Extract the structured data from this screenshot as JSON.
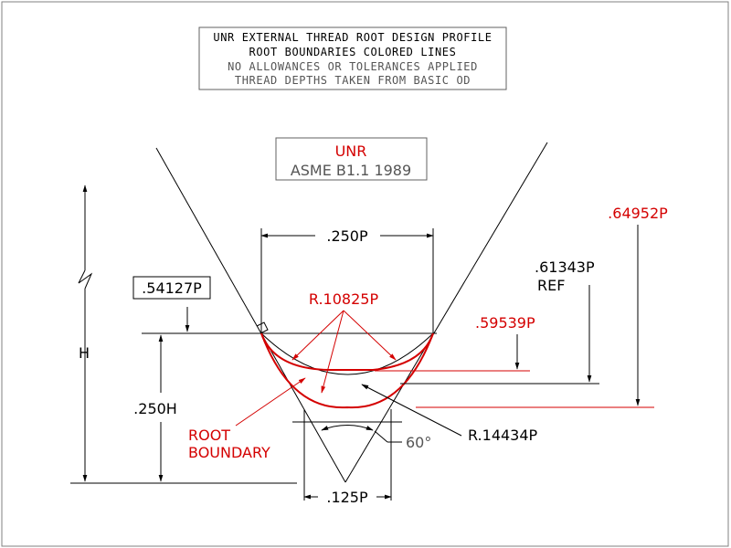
{
  "colors": {
    "border": "#808080",
    "line": "#000000",
    "accent_red": "#d40000",
    "text_gray": "#555555",
    "background": "#ffffff"
  },
  "title_box": {
    "line1": "UNR EXTERNAL THREAD ROOT DESIGN PROFILE",
    "line2": "ROOT BOUNDARIES COLORED LINES",
    "line3": "NO ALLOWANCES OR TOLERANCES APPLIED",
    "line4": "THREAD DEPTHS TAKEN FROM BASIC OD"
  },
  "standard_box": {
    "line1": "UNR",
    "line2": "ASME B1.1 1989"
  },
  "dimensions": {
    "pitch_quarter": ".250P",
    "h_54127": ".54127P",
    "radius_10825": "R.10825P",
    "dim_64952": ".64952P",
    "dim_61343": ".61343P",
    "ref": "REF",
    "dim_59539": ".59539P",
    "height_h": "H",
    "quarter_h": ".250H",
    "root_boundary_1": "ROOT",
    "root_boundary_2": "BOUNDARY",
    "angle": "60°",
    "radius_14434": "R.14434P",
    "pitch_eighth": ".125P"
  }
}
